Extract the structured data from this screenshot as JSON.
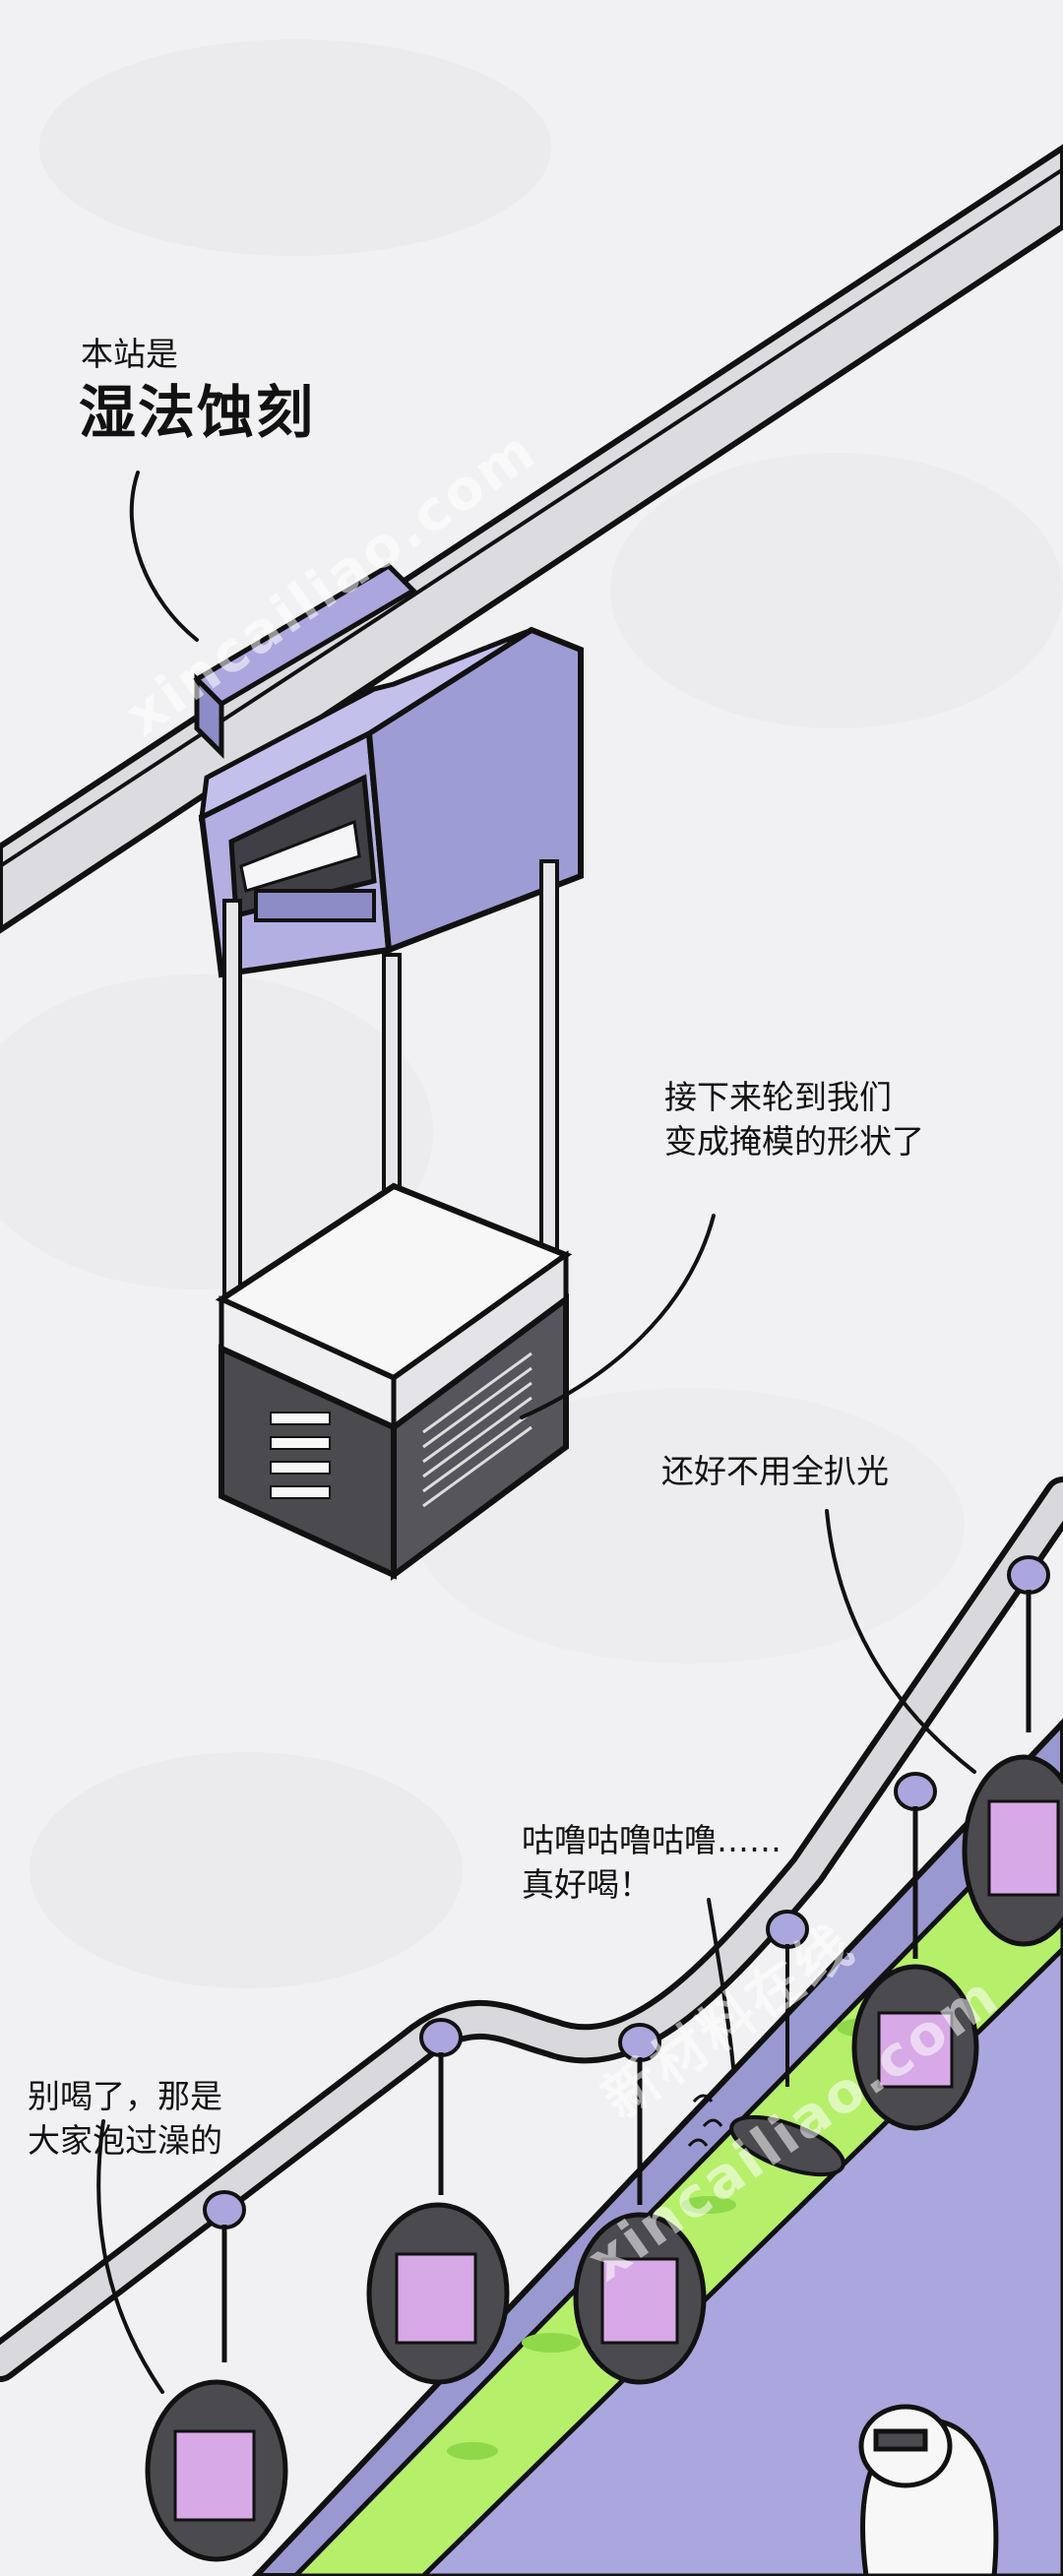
{
  "captions": {
    "station_intro": "本站是",
    "station_name": "湿法蚀刻",
    "mask_line1": "接下来轮到我们",
    "mask_line2": "变成掩模的形状了",
    "relief": "还好不用全扒光",
    "drink_line1": "咕噜咕噜咕噜……",
    "drink_line2": "真好喝！",
    "warn_line1": "别喝了，那是",
    "warn_line2": "大家泡过澡的"
  },
  "watermarks": [
    "xincailiao.com",
    "新材料在线",
    "xincailiao.com"
  ],
  "colors": {
    "background": "#f1f1f3",
    "machine_purple": "#a9a7dd",
    "machine_dark": "#4a4a4f",
    "etchant_green": "#b6ef6a",
    "tank_purple": "#9a98d0",
    "rail_gray": "#d9d9dd",
    "chip_pink": "#d7a9e6"
  }
}
